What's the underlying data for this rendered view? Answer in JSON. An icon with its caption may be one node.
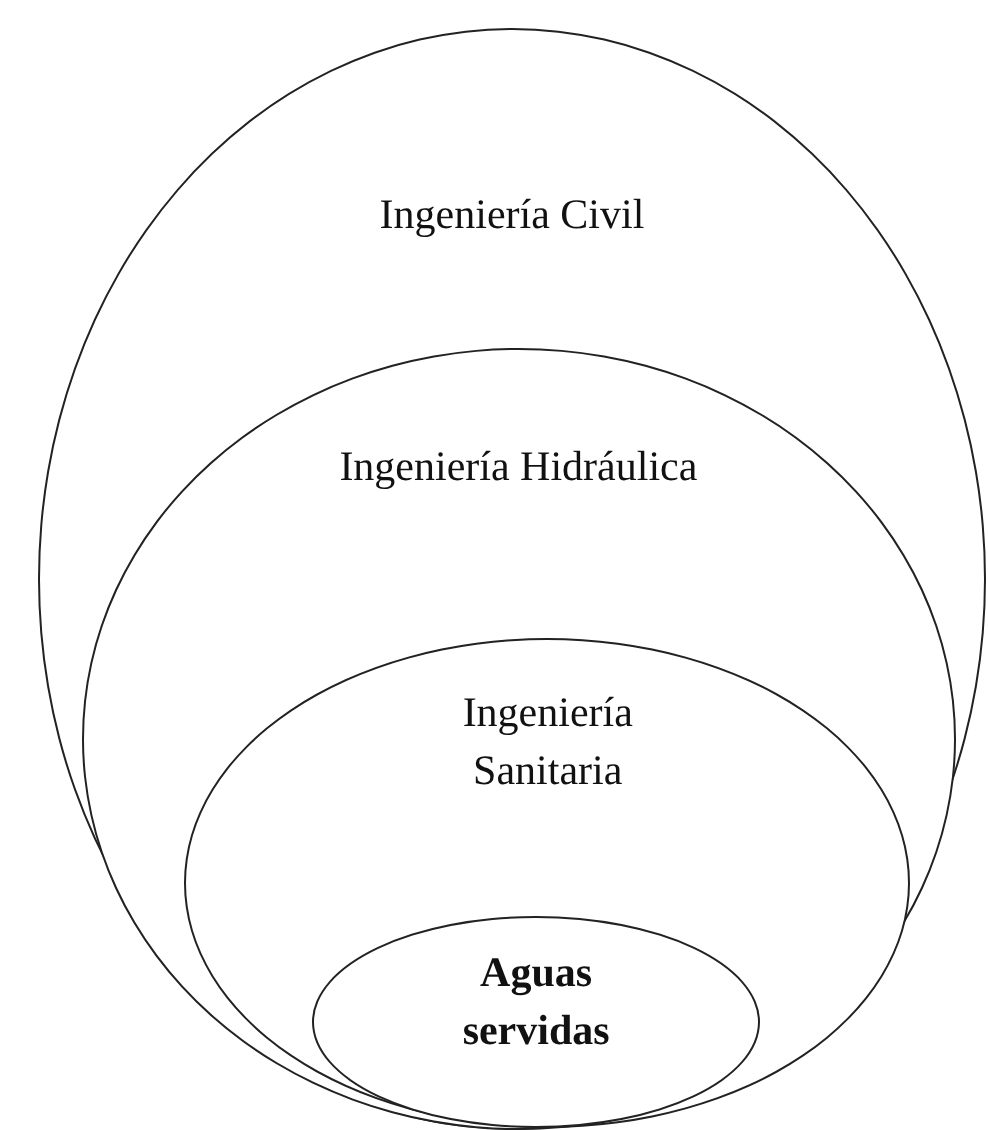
{
  "diagram": {
    "nodes": [
      {
        "text": [
          "Ingeniería Civil"
        ]
      },
      {
        "text": [
          "Ingeniería Hidráulica"
        ],
        "in": 0
      },
      {
        "text": [
          "Ingeniería Sanitaria"
        ],
        "in": 1
      },
      {
        "text": [
          "Aguas servidas"
        ],
        "in": 2
      }
    ]
  }
}
